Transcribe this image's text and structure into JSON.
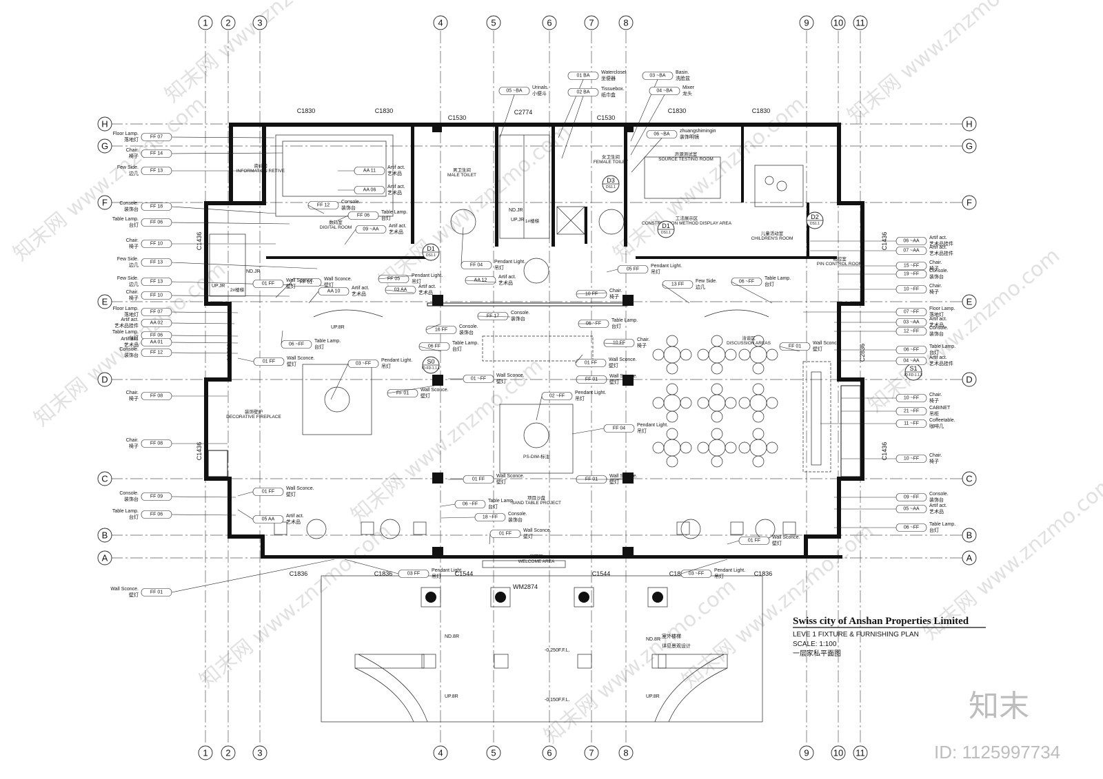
{
  "grid": {
    "columns": [
      "1",
      "2",
      "3",
      "4",
      "5",
      "6",
      "7",
      "8",
      "9",
      "10",
      "11"
    ],
    "rows": [
      "H",
      "G",
      "F",
      "E",
      "D",
      "C",
      "B",
      "A"
    ]
  },
  "windows": {
    "top": [
      "C1830",
      "C1830",
      "C1530",
      "C2774",
      "C1530",
      "C1830",
      "C1830"
    ],
    "bottom": [
      "C1836",
      "C1836",
      "C1544",
      "C1544",
      "C1836",
      "C1836"
    ],
    "left": [
      "C1436",
      "C2836",
      "C1436"
    ],
    "right": [
      "C1436",
      "C2836",
      "C1436"
    ],
    "door": "WM2874"
  },
  "rooms": [
    {
      "en": "INFORMATION RETIVE",
      "cn": "资料间"
    },
    {
      "en": "DIGITAL ROOM",
      "cn": "数码室"
    },
    {
      "en": "MALE TOILET",
      "cn": "男卫生间"
    },
    {
      "en": "FEMALE TOILET",
      "cn": "女卫生间"
    },
    {
      "en": "SOURCE TESTING ROOM",
      "cn": "声源测试室"
    },
    {
      "en": "CONSTRUCTION METHOD DISPLAY AREA",
      "cn": "工法展示区"
    },
    {
      "en": "CHILDREN'S ROOM",
      "cn": "儿童活动室"
    },
    {
      "en": "PIN CONTROL ROOM",
      "cn": "销控室"
    },
    {
      "en": "DISCUSSION AREAS",
      "cn": "洽谈区"
    },
    {
      "en": "DECORATIVE FIREPLACE",
      "cn": "装饰壁炉"
    },
    {
      "en": "SAND TABLE PROJECT",
      "cn": "项目沙盘"
    },
    {
      "en": "WELCOME AREA",
      "cn": "迎宾区"
    },
    {
      "en": "",
      "cn": "2#楼梯"
    },
    {
      "en": "",
      "cn": "1#楼梯"
    },
    {
      "en": "PS-DIM-标注",
      "cn": ""
    }
  ],
  "section_marks": [
    {
      "id": "D1",
      "ref": "DS1.1"
    },
    {
      "id": "D1",
      "ref": "DS1.1"
    },
    {
      "id": "D2",
      "ref": "DS1.1"
    },
    {
      "id": "D3",
      "ref": "DS1.1"
    },
    {
      "id": "S0",
      "ref": "ID-FD-1.1.1"
    },
    {
      "id": "S1",
      "ref": "ID-FD-1.1.2"
    }
  ],
  "levels": [
    "UP.JR",
    "UP.JR",
    "ND.JR",
    "ND.JR",
    "UP.8R",
    "ND.8R",
    "ND.8R",
    "UP.8R",
    "UP.8R",
    "-0.250F.F.L.",
    "-0.150F.F.L."
  ],
  "callouts_left": [
    {
      "name": "Floor Lamp.",
      "cn": "落地灯",
      "code": "FF 07"
    },
    {
      "name": "Chair.",
      "cn": "椅子",
      "code": "FF 14"
    },
    {
      "name": "Few Side.",
      "cn": "边几",
      "code": "FF 13"
    },
    {
      "name": "Console.",
      "cn": "装饰台",
      "code": "FF 18"
    },
    {
      "name": "Table Lamp.",
      "cn": "台灯",
      "code": "FF 06"
    },
    {
      "name": "Chair.",
      "cn": "椅子",
      "code": "FF 10"
    },
    {
      "name": "Few Side.",
      "cn": "边几",
      "code": "FF 13"
    },
    {
      "name": "Few Side.",
      "cn": "边几",
      "code": "FF 13"
    },
    {
      "name": "Chair.",
      "cn": "椅子",
      "code": "FF 10"
    },
    {
      "name": "Floor Lamp.",
      "cn": "落地灯",
      "code": "FF 07"
    },
    {
      "name": "Artif act.",
      "cn": "艺术品挂件",
      "code": "AA 02"
    },
    {
      "name": "Table Lamp.",
      "cn": "台灯",
      "code": "FF 06"
    },
    {
      "name": "Artif act.",
      "cn": "艺术品",
      "code": "AA 01"
    },
    {
      "name": "Console.",
      "cn": "装饰台",
      "code": "FF 12"
    },
    {
      "name": "Chair.",
      "cn": "椅子",
      "code": "FF 08"
    },
    {
      "name": "Chair.",
      "cn": "椅子",
      "code": "FF 08"
    },
    {
      "name": "Console.",
      "cn": "装饰台",
      "code": "FF 09"
    },
    {
      "name": "Table Lamp.",
      "cn": "台灯",
      "code": "FF 06"
    },
    {
      "name": "Wall Sconce.",
      "cn": "壁灯",
      "code": "FF 01"
    }
  ],
  "callouts_right": [
    {
      "name": "Artif act.",
      "cn": "艺术品挂件",
      "code": "06 ~AA"
    },
    {
      "name": "Artif act.",
      "cn": "艺术品挂件",
      "code": "07 ~AA"
    },
    {
      "name": "Chair.",
      "cn": "椅子",
      "code": "15 ~FF"
    },
    {
      "name": "Console.",
      "cn": "装饰台",
      "code": "19 ~FF"
    },
    {
      "name": "Chair.",
      "cn": "椅子",
      "code": "10 ~FF"
    },
    {
      "name": "Floor Lamp.",
      "cn": "落地灯",
      "code": "07 ~FF"
    },
    {
      "name": "Artif act.",
      "cn": "艺术品",
      "code": "03 ~AA"
    },
    {
      "name": "Console.",
      "cn": "装饰台",
      "code": "12 ~FF"
    },
    {
      "name": "Table Lamp.",
      "cn": "台灯",
      "code": "06 ~FF"
    },
    {
      "name": "Artif act.",
      "cn": "艺术品挂件",
      "code": "04 ~AA"
    },
    {
      "name": "Chair.",
      "cn": "椅子",
      "code": "10 ~FF"
    },
    {
      "name": "CABINET",
      "cn": "吊柜",
      "code": "21 ~FF"
    },
    {
      "name": "Coffeetable.",
      "cn": "咖啡几",
      "code": "11 ~FF"
    },
    {
      "name": "Chair.",
      "cn": "椅子",
      "code": "10 ~FF"
    },
    {
      "name": "Console.",
      "cn": "装饰台",
      "code": "09 ~FF"
    },
    {
      "name": "Artif act.",
      "cn": "艺术品",
      "code": "05 ~AA"
    },
    {
      "name": "Table Lamp.",
      "cn": "台灯",
      "code": "06 ~FF"
    }
  ],
  "callouts_top": [
    {
      "name": "Waterclosel",
      "cn": "坐便器",
      "code": "01 BA"
    },
    {
      "name": "Tissuebox.",
      "cn": "纸巾盒",
      "code": "02 BA"
    },
    {
      "name": "Urinals.",
      "cn": "小便斗",
      "code": "05 ~BA"
    },
    {
      "name": "Basin.",
      "cn": "洗脸盆",
      "code": "03 ~BA"
    },
    {
      "name": "Mixer",
      "cn": "龙头",
      "code": "04 ~BA"
    },
    {
      "name": "zhuangshimingin",
      "cn": "装饰明镜",
      "code": "06 ~BA"
    }
  ],
  "callouts_inner": [
    {
      "name": "Artif act.",
      "cn": "艺术品",
      "code": "AA 11"
    },
    {
      "name": "Artif act.",
      "cn": "艺术品",
      "code": "AA 06"
    },
    {
      "name": "Console.",
      "cn": "装饰台",
      "code": "FF 12"
    },
    {
      "name": "Table Lamp.",
      "cn": "台灯",
      "code": "FF 06"
    },
    {
      "name": "Artif act.",
      "cn": "艺术品",
      "code": "09 ~AA"
    },
    {
      "name": "Pendant Light.",
      "cn": "吊灯",
      "code": "FF 04"
    },
    {
      "name": "Pendant Light.",
      "cn": "吊灯",
      "code": "FF 05"
    },
    {
      "name": "Artif act.",
      "cn": "艺术品",
      "code": "AA 12"
    },
    {
      "name": "Artif act.",
      "cn": "艺术品",
      "code": "03 AA"
    },
    {
      "name": "Wall Sconce.",
      "cn": "壁灯",
      "code": "FF 01"
    },
    {
      "name": "Artif act.",
      "cn": "艺术品",
      "code": "AA 10"
    },
    {
      "name": "Wall Sconce.",
      "cn": "壁灯",
      "code": "01 FF"
    },
    {
      "name": "Pendant Light.",
      "cn": "吊灯",
      "code": "05 FF"
    },
    {
      "name": "Few Side.",
      "cn": "边几",
      "code": "13 FF"
    },
    {
      "name": "Table Lamp.",
      "cn": "台灯",
      "code": "06 ~FF"
    },
    {
      "name": "Chair.",
      "cn": "椅子",
      "code": "10 FF"
    },
    {
      "name": "Console.",
      "cn": "装饰台",
      "code": "FF 17"
    },
    {
      "name": "Table Lamp.",
      "cn": "台灯",
      "code": "06 ~FF"
    },
    {
      "name": "Console.",
      "cn": "装饰台",
      "code": "16 FF"
    },
    {
      "name": "Table Lamp.",
      "cn": "台灯",
      "code": "06 FF"
    },
    {
      "name": "Chair.",
      "cn": "椅子",
      "code": "10 FF"
    },
    {
      "name": "Table Lamp.",
      "cn": "台灯",
      "code": "06 ~FF"
    },
    {
      "name": "Wall Sconce.",
      "cn": "壁灯",
      "code": "01 FF"
    },
    {
      "name": "Wall Sconce.",
      "cn": "壁灯",
      "code": "FF 01"
    },
    {
      "name": "Wall Sconce.",
      "cn": "壁灯",
      "code": "01 FF"
    },
    {
      "name": "Pendant Light.",
      "cn": "吊灯",
      "code": "03 ~FF"
    },
    {
      "name": "Wall Sconce.",
      "cn": "壁灯",
      "code": "01 ~FF"
    },
    {
      "name": "Wall Sconce.",
      "cn": "壁灯",
      "code": "FF 01"
    },
    {
      "name": "Wall Sconce.",
      "cn": "壁灯",
      "code": "FF 01"
    },
    {
      "name": "Pendant Light.",
      "cn": "吊灯",
      "code": "02 ~FF"
    },
    {
      "name": "Pendant Light.",
      "cn": "吊灯",
      "code": "FF 04"
    },
    {
      "name": "Wall Sconce.",
      "cn": "壁灯",
      "code": "01 FF"
    },
    {
      "name": "Wall Sconce.",
      "cn": "壁灯",
      "code": "FF 01"
    },
    {
      "name": "Wall Sconce.",
      "cn": "壁灯",
      "code": "01 FF"
    },
    {
      "name": "Artif act.",
      "cn": "艺术品",
      "code": "05 AA"
    },
    {
      "name": "Table Lamp.",
      "cn": "台灯",
      "code": "06 ~FF"
    },
    {
      "name": "Console.",
      "cn": "装饰台",
      "code": "18 ~FF"
    },
    {
      "name": "Wall Sconce.",
      "cn": "壁灯",
      "code": "01 FF"
    },
    {
      "name": "Wall Sconce.",
      "cn": "壁灯",
      "code": "01 FF"
    },
    {
      "name": "Pendant Light.",
      "cn": "吊灯",
      "code": "03 FF"
    },
    {
      "name": "Pendant Light.",
      "cn": "吊灯",
      "code": "03 ~FF"
    }
  ],
  "title_block": {
    "company": "Swiss city of Anshan Properties Limited",
    "plan": "LEVE 1 FIXTURE & FURNISHING PLAN",
    "scale": "SCALE: 1:100",
    "cn": "一层家私平面图"
  },
  "outdoor_note": {
    "l1": "室外楼梯",
    "l2": "详见景观设计"
  },
  "watermark": {
    "text": "知末网 www.znzmo.com",
    "logo": "知末",
    "id": "ID: 1125997734"
  }
}
